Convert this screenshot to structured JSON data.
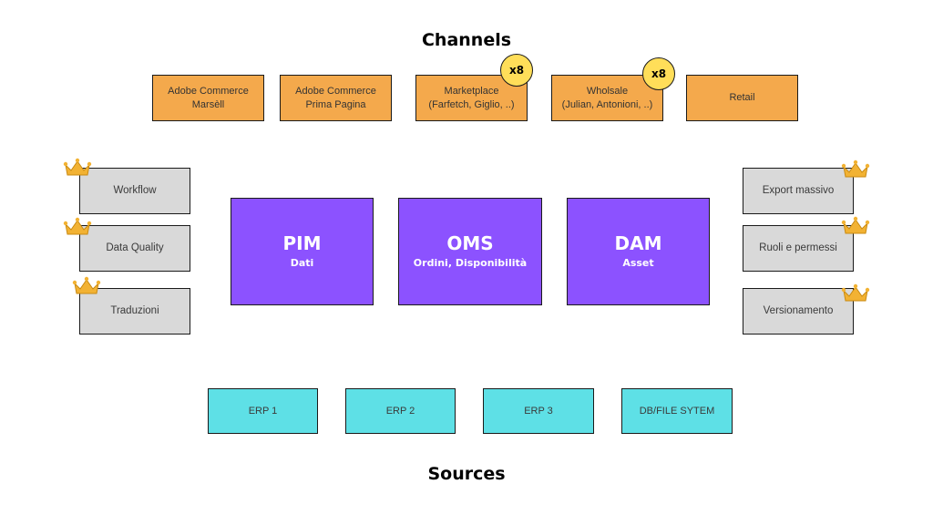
{
  "titles": {
    "top": "Channels",
    "bottom": "Sources"
  },
  "channels": [
    {
      "line1": "Adobe Commerce",
      "line2": "Marsèll"
    },
    {
      "line1": "Adobe Commerce",
      "line2": "Prima Pagina"
    },
    {
      "line1": "Marketplace",
      "line2": "(Farfetch, Giglio, ..)",
      "badge": "x8"
    },
    {
      "line1": "Wholsale",
      "line2": "(Julian, Antonioni, ..)",
      "badge": "x8"
    },
    {
      "line1": "Retail"
    }
  ],
  "core": [
    {
      "title": "PIM",
      "subtitle": "Dati"
    },
    {
      "title": "OMS",
      "subtitle": "Ordini, Disponibilità"
    },
    {
      "title": "DAM",
      "subtitle": "Asset"
    }
  ],
  "left_features": [
    "Workflow",
    "Data Quality",
    "Traduzioni"
  ],
  "right_features": [
    "Export massivo",
    "Ruoli e permessi",
    "Versionamento"
  ],
  "sources": [
    "ERP 1",
    "ERP 2",
    "ERP 3",
    "DB/FILE SYTEM"
  ],
  "colors": {
    "channel": "#f4a94c",
    "core": "#8c52ff",
    "feature": "#d9d9d9",
    "source": "#5ee0e6",
    "badge": "#ffde59",
    "crown": "#f2b233"
  },
  "icons": {
    "premium": "crown-icon"
  }
}
